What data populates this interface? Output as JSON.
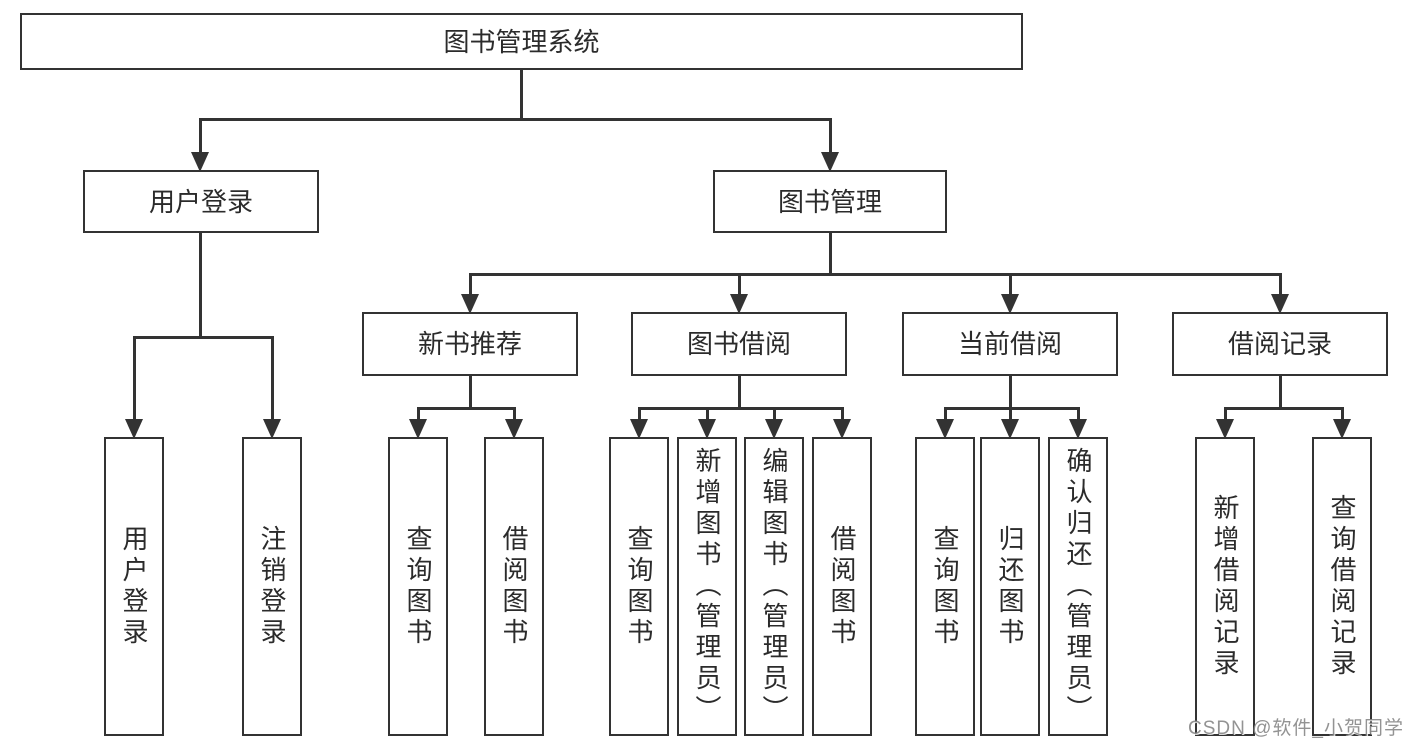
{
  "diagram_title": "图书管理系统",
  "tree": {
    "label": "图书管理系统",
    "children": [
      {
        "label": "用户登录",
        "children": [
          {
            "label": "用户登录"
          },
          {
            "label": "注销登录"
          }
        ]
      },
      {
        "label": "图书管理",
        "children": [
          {
            "label": "新书推荐",
            "children": [
              {
                "label": "查询图书"
              },
              {
                "label": "借阅图书"
              }
            ]
          },
          {
            "label": "图书借阅",
            "children": [
              {
                "label": "查询图书"
              },
              {
                "label": "新增图书（管理员）"
              },
              {
                "label": "编辑图书（管理员）"
              },
              {
                "label": "借阅图书"
              }
            ]
          },
          {
            "label": "当前借阅",
            "children": [
              {
                "label": "查询图书"
              },
              {
                "label": "归还图书"
              },
              {
                "label": "确认归还（管理员）"
              }
            ]
          },
          {
            "label": "借阅记录",
            "children": [
              {
                "label": "新增借阅记录"
              },
              {
                "label": "查询借阅记录"
              }
            ]
          }
        ]
      }
    ]
  },
  "watermark": {
    "text": "CSDN @软件_小贺同学"
  },
  "colors": {
    "line": "#333333",
    "box_background": "#ffffff",
    "text": "#2b2b2b",
    "watermark": "#878787"
  }
}
